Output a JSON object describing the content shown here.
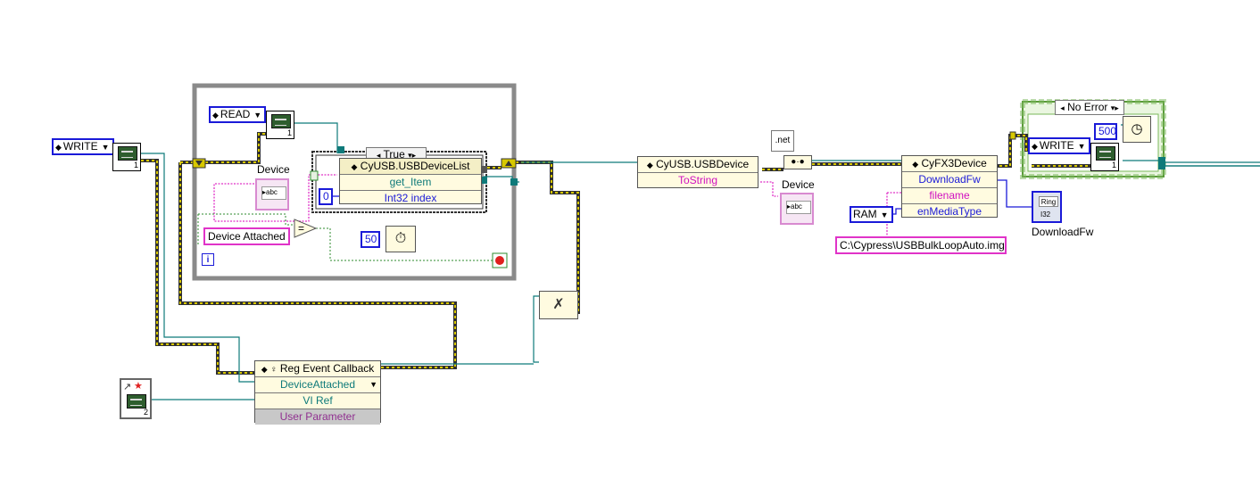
{
  "diagram": {
    "write_enum_1": "WRITE",
    "read_enum": "READ",
    "write_enum_2": "WRITE",
    "vi_ref_page_1": "1",
    "vi_ref_page_read": "1",
    "vi_ref_page_2": "1",
    "vi_ref_page_static": "2",
    "while_loop": {
      "device_label": "Device",
      "case_selector": "True",
      "device_list_node": "CyUSB.USBDeviceList",
      "device_list_method": "get_Item",
      "device_list_param": "Int32 index",
      "index_const": "0",
      "device_attached_const": "Device Attached",
      "wait_const": "50",
      "iteration": "i"
    },
    "reg_event": {
      "title": "Reg Event Callback",
      "event": "DeviceAttached",
      "vi_ref": "VI Ref",
      "user_param": "User Parameter"
    },
    "usb_device": {
      "title": "CyUSB.USBDevice",
      "method": "ToString",
      "indicator_label": "Device",
      "net_label": ".net"
    },
    "fx3": {
      "title": "CyFX3Device",
      "method": "DownloadFw",
      "param1": "filename",
      "param2": "enMediaType",
      "media_const": "RAM",
      "path_const": "C:\\Cypress\\USBBulkLoopAuto.img",
      "ring_label": "DownloadFw",
      "ring_text": "Ring",
      "ring_sub": "I32"
    },
    "error_case": {
      "selector": "No Error",
      "wait_ms": "500"
    }
  }
}
